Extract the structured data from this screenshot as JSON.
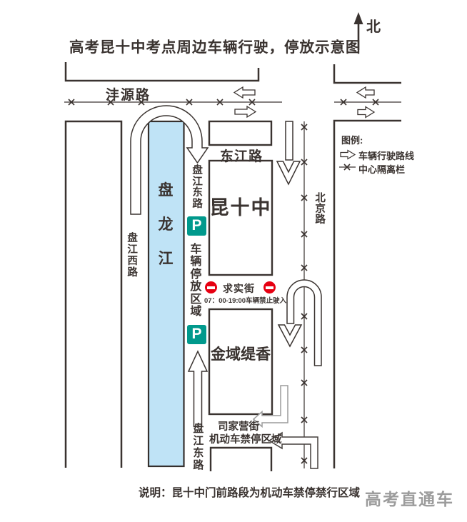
{
  "title": "高考昆十中考点周边车辆行驶，停放示意图",
  "compass": {
    "north_label": "北"
  },
  "legend": {
    "heading": "图例:",
    "route_label": "车辆行驶路线",
    "barrier_label": "中心隔离栏"
  },
  "river": {
    "name": "盘龙江"
  },
  "roads": {
    "fengyuan": "沣源路",
    "dongjiang": "东江路",
    "beijing": "北京路",
    "panjiang_west": "盘江西路",
    "panjiang_east_upper": "盘江东路",
    "panjiang_east_lower": "盘江东路",
    "qiushi": "求实街",
    "sijiaying": "司家营街"
  },
  "buildings": {
    "school": "昆十中",
    "residence": "金域缇香"
  },
  "zones": {
    "parking_zone": "车辆停放区域",
    "no_stop_zone": "机动车禁停区域"
  },
  "restriction_note": "07：00-19:00车辆禁止驶入",
  "parking_badge": "P",
  "footer": {
    "note": "说明：昆十中门前路段为机动车禁停禁行区域",
    "watermark": "高考直通车"
  },
  "colors": {
    "river": "#bfe3f6",
    "parking_badge": "#00998c",
    "no_entry": "#e60012",
    "outline": "#3a3330",
    "gray_arrow": "#9b9b9b",
    "watermark": "#9c9c9c"
  }
}
